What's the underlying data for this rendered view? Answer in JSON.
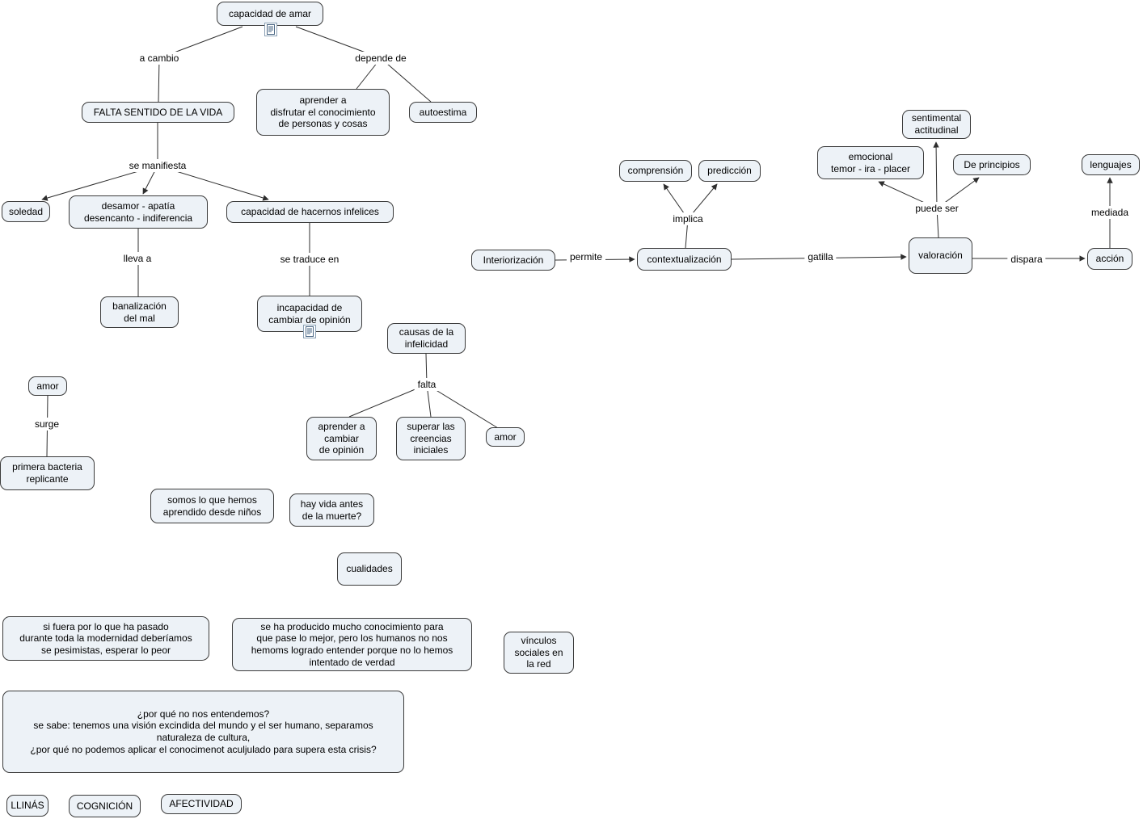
{
  "colors": {
    "canvas": "#ffffff",
    "node_fill": "#edf2f7",
    "node_border": "#3b3b3b",
    "edge": "#2e2e2e",
    "text": "#000000"
  },
  "nodes": {
    "capacidad_amar": "capacidad de amar",
    "falta_sentido": "FALTA SENTIDO DE LA VIDA",
    "aprender_disfrutar": "aprender a\ndisfrutar el conocimiento\nde personas y cosas",
    "autoestima": "autoestima",
    "soledad": "soledad",
    "desamor": "desamor - apatía\ndesencanto - indiferencia",
    "hacernos_infelices": "capacidad de hacernos infelices",
    "banalizacion": "banalización\ndel mal",
    "incapacidad": "incapacidad de\ncambiar de opinión",
    "causas_infelicidad": "causas de la\ninfelicidad",
    "aprender_cambiar": "aprender a\ncambiar\nde opinión",
    "superar_creencias": "superar las\ncreencias\niniciales",
    "amor_right": "amor",
    "amor_left": "amor",
    "primera_bacteria": "primera bacteria\nreplicante",
    "somos": "somos lo que hemos\naprendido desde niños",
    "hay_vida": "hay vida antes\nde la muerte?",
    "cualidades": "cualidades",
    "si_fuera": "si fuera por lo que ha pasado\ndurante toda la modernidad deberíamos\nse pesimistas, esperar lo peor",
    "se_ha_producido": "se ha producido mucho conocimiento para\nque pase lo mejor, pero los humanos no nos\nhemoms logrado entender porque no lo hemos\nintentado de verdad",
    "vinculos": "vínculos\nsociales en\nla red",
    "por_que": "¿por qué no nos entendemos?\nse sabe: tenemos una visión excindida del mundo y el ser humano, separamos\nnaturaleza de cultura,\n¿por qué no podemos aplicar el conocimenot aculjulado para supera esta crisis?",
    "llinas": "LLINÁS",
    "cognicion": "COGNICIÓN",
    "afectividad": "AFECTIVIDAD",
    "interiorizacion": "Interiorización",
    "contextualizacion": "contextualización",
    "comprension": "comprensión",
    "prediccion": "predicción",
    "valoracion": "valoración",
    "emocional": "emocional\ntemor - ira - placer",
    "sentimental": "sentimental\nactitudinal",
    "de_principios": "De principios",
    "accion": "acción",
    "lenguajes": "lenguajes"
  },
  "labels": {
    "a_cambio": "a cambio",
    "depende_de": "depende de",
    "se_manifiesta": "se manifiesta",
    "lleva_a": "lleva a",
    "se_traduce_en": "se traduce en",
    "falta": "falta",
    "surge": "surge",
    "permite": "permite",
    "implica": "implica",
    "gatilla": "gatilla",
    "puede_ser": "puede ser",
    "dispara": "dispara",
    "mediada": "mediada"
  },
  "icons": {
    "resource": "document-page-icon"
  }
}
